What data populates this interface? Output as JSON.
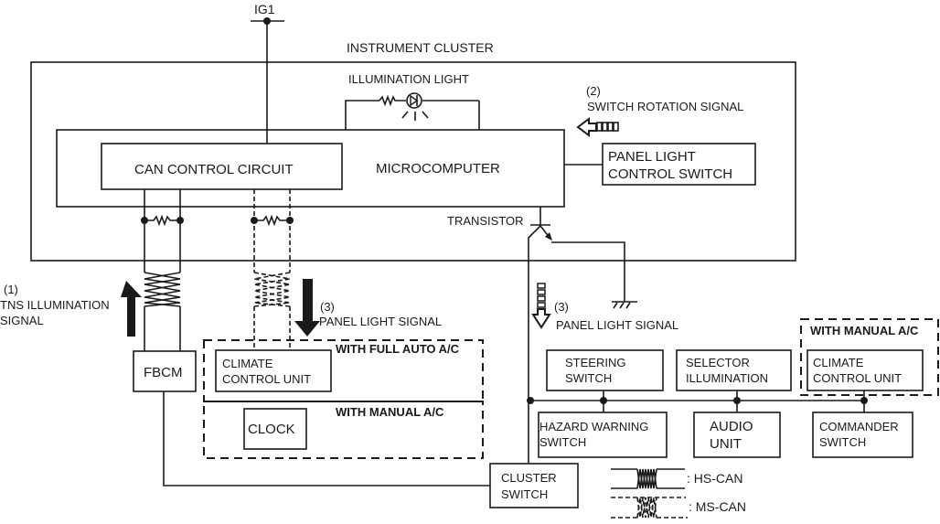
{
  "diagram": {
    "power": {
      "label": "IG1"
    },
    "cluster": {
      "title": "INSTRUMENT CLUSTER",
      "illumination_label": "ILLUMINATION LIGHT",
      "can_circuit_label": "CAN CONTROL CIRCUIT",
      "microcomputer_label": "MICROCOMPUTER",
      "transistor_label": "TRANSISTOR",
      "panel_switch_lines": [
        "PANEL LIGHT",
        "CONTROL SWITCH"
      ]
    },
    "signals": {
      "s1_num": "(1)",
      "s1_lines": [
        "TNS ILLUMINATION",
        "SIGNAL"
      ],
      "s2_num": "(2)",
      "s2_label": "SWITCH ROTATION SIGNAL",
      "s3a_num": "(3)",
      "s3a_label": "PANEL LIGHT SIGNAL",
      "s3b_num": "(3)",
      "s3b_label": "PANEL LIGHT SIGNAL"
    },
    "groups": {
      "full_auto": "WITH FULL AUTO A/C",
      "manual_left": "WITH MANUAL A/C",
      "manual_right": "WITH MANUAL A/C"
    },
    "units": {
      "fbcm": "FBCM",
      "climate_left": [
        "CLIMATE",
        "CONTROL UNIT"
      ],
      "clock": "CLOCK",
      "cluster_switch": [
        "CLUSTER",
        "SWITCH"
      ],
      "steering_switch": [
        "STEERING",
        "SWITCH"
      ],
      "selector_illumination": [
        "SELECTOR",
        "ILLUMINATION"
      ],
      "climate_right": [
        "CLIMATE",
        "CONTROL UNIT"
      ],
      "hazard_switch": [
        "HAZARD WARNING",
        "SWITCH"
      ],
      "audio_unit": [
        "AUDIO",
        "UNIT"
      ],
      "commander_switch": [
        "COMMANDER",
        "SWITCH"
      ]
    },
    "legend": {
      "hs_can": ": HS-CAN",
      "ms_can": ": MS-CAN"
    }
  }
}
